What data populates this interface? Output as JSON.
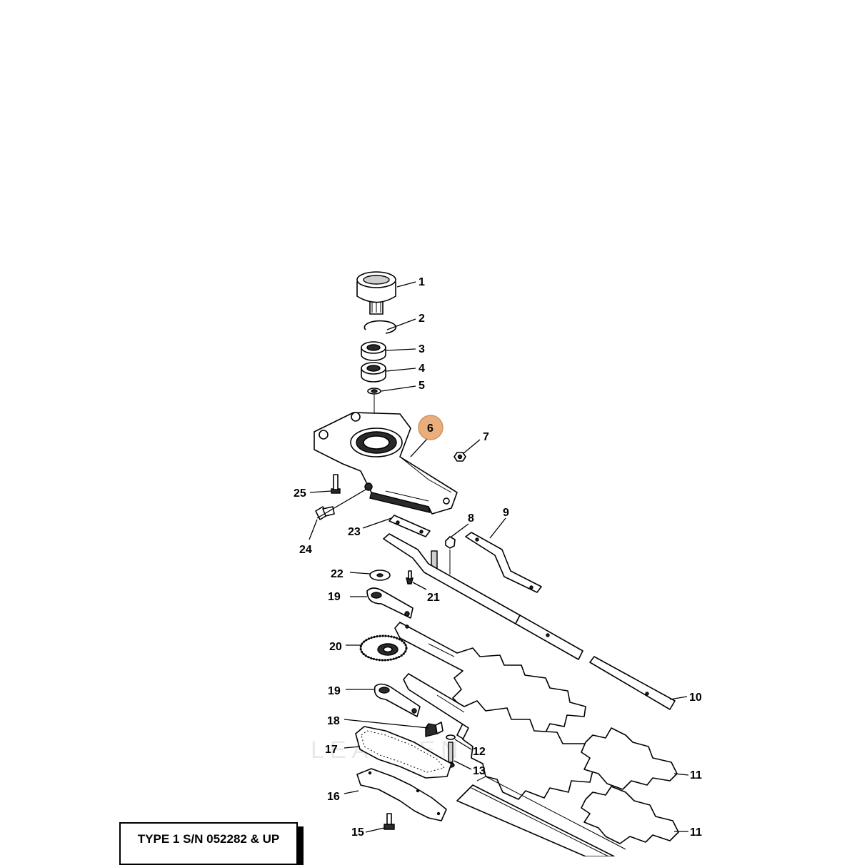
{
  "callouts": {
    "c1": "1",
    "c2": "2",
    "c3": "3",
    "c4": "4",
    "c5": "5",
    "c6": "6",
    "c7": "7",
    "c8": "8",
    "c9": "9",
    "c10": "10",
    "c11a": "11",
    "c11b": "11",
    "c12": "12",
    "c13": "13",
    "c15": "15",
    "c16": "16",
    "c17": "17",
    "c18": "18",
    "c19a": "19",
    "c19b": "19",
    "c20": "20",
    "c21": "21",
    "c22": "22",
    "c23": "23",
    "c24": "24",
    "c25": "25"
  },
  "highlight": {
    "part": "6",
    "color": "#e8a670"
  },
  "type_box": {
    "label": "TYPE 1 S/N 052282 & UP"
  },
  "watermark": {
    "text": "LEADVENTURE"
  }
}
